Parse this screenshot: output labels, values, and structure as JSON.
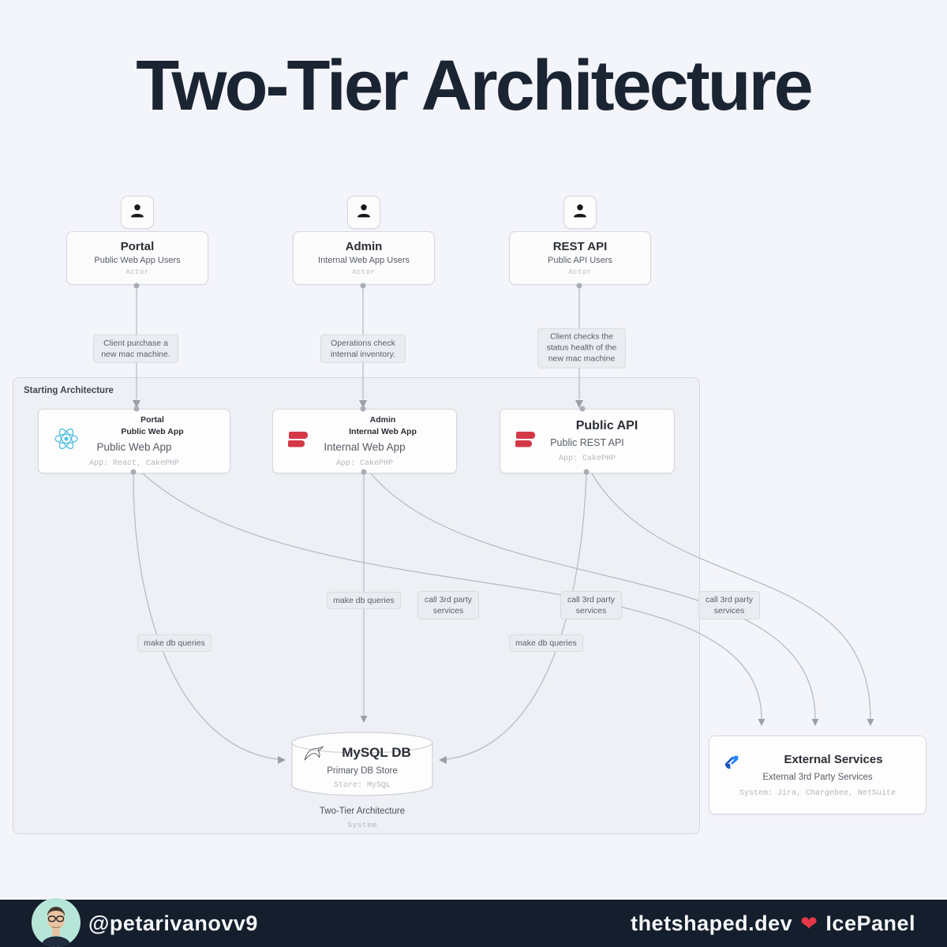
{
  "title": "Two-Tier Architecture",
  "colors": {
    "page_bg": "#f4f5fa",
    "title_text": "#1b2433",
    "container_bg": "#eef0f5",
    "edge_line": "#b8bcc2",
    "react_cyan": "#53c1de",
    "cakephp_red": "#d33847",
    "jira_blue": "#2684ff",
    "heart_red": "#e5384a",
    "footer_bg": "#141e2c",
    "avatar_bg": "#b7e6d8"
  },
  "actors": [
    {
      "name": "Portal",
      "subtitle": "Public Web App Users",
      "type": "Actor",
      "icon": "person-icon"
    },
    {
      "name": "Admin",
      "subtitle": "Internal Web App Users",
      "type": "Actor",
      "icon": "person-icon"
    },
    {
      "name": "REST API",
      "subtitle": "Public API Users",
      "type": "Actor",
      "icon": "person-icon"
    }
  ],
  "actor_edges": [
    "Client purchase a new mac machine.",
    "Operations check internal inventory.",
    "Client checks the status health of the new mac machine"
  ],
  "container": {
    "label": "Starting Architecture"
  },
  "apps": [
    {
      "title_line1": "Portal",
      "title_line2": "Public Web App",
      "subtitle": "Public Web App",
      "tech": "App: React, CakePHP",
      "icon": "react-icon"
    },
    {
      "title_line1": "Admin",
      "title_line2": "Internal Web App",
      "subtitle": "Internal Web App",
      "tech": "App: CakePHP",
      "icon": "cakephp-icon"
    },
    {
      "title": "Public API",
      "subtitle": "Public REST API",
      "tech": "App: CakePHP",
      "icon": "cakephp-icon"
    }
  ],
  "edge_labels": {
    "admin_db": "make db queries",
    "portal_db": "make db queries",
    "api_db": "make db queries",
    "portal_ext": "call 3rd party services",
    "admin_ext": "call 3rd party services",
    "api_ext": "call 3rd party services"
  },
  "database": {
    "name": "MySQL DB",
    "subtitle": "Primary DB Store",
    "tech": "Store: MySQL",
    "icon": "mysql-dolphin-icon"
  },
  "system_caption": {
    "line1": "Two-Tier Architecture",
    "line2": "System"
  },
  "external": {
    "name": "External Services",
    "subtitle": "External 3rd Party Services",
    "tech": "System: Jira, Chargebee, NetSuite",
    "icon": "jira-icon"
  },
  "footer": {
    "handle": "@petarivanovv9",
    "site": "thetshaped.dev",
    "heart": "❤",
    "brand": "IcePanel"
  }
}
